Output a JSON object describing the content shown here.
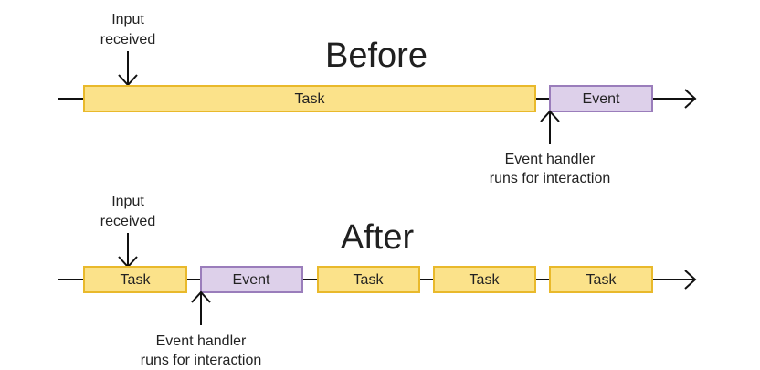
{
  "colors": {
    "task_fill": "#fbe28a",
    "task_stroke": "#e9b92b",
    "event_fill": "#ddd0ea",
    "event_stroke": "#9a7dbb",
    "line": "#111111"
  },
  "before": {
    "title": "Before",
    "input_note": [
      "Input",
      "received"
    ],
    "handler_note": [
      "Event handler",
      "runs for interaction"
    ],
    "boxes": [
      {
        "kind": "task",
        "label": "Task"
      },
      {
        "kind": "event",
        "label": "Event"
      }
    ]
  },
  "after": {
    "title": "After",
    "input_note": [
      "Input",
      "received"
    ],
    "handler_note": [
      "Event handler",
      "runs for interaction"
    ],
    "boxes": [
      {
        "kind": "task",
        "label": "Task"
      },
      {
        "kind": "event",
        "label": "Event"
      },
      {
        "kind": "task",
        "label": "Task"
      },
      {
        "kind": "task",
        "label": "Task"
      },
      {
        "kind": "task",
        "label": "Task"
      }
    ]
  }
}
